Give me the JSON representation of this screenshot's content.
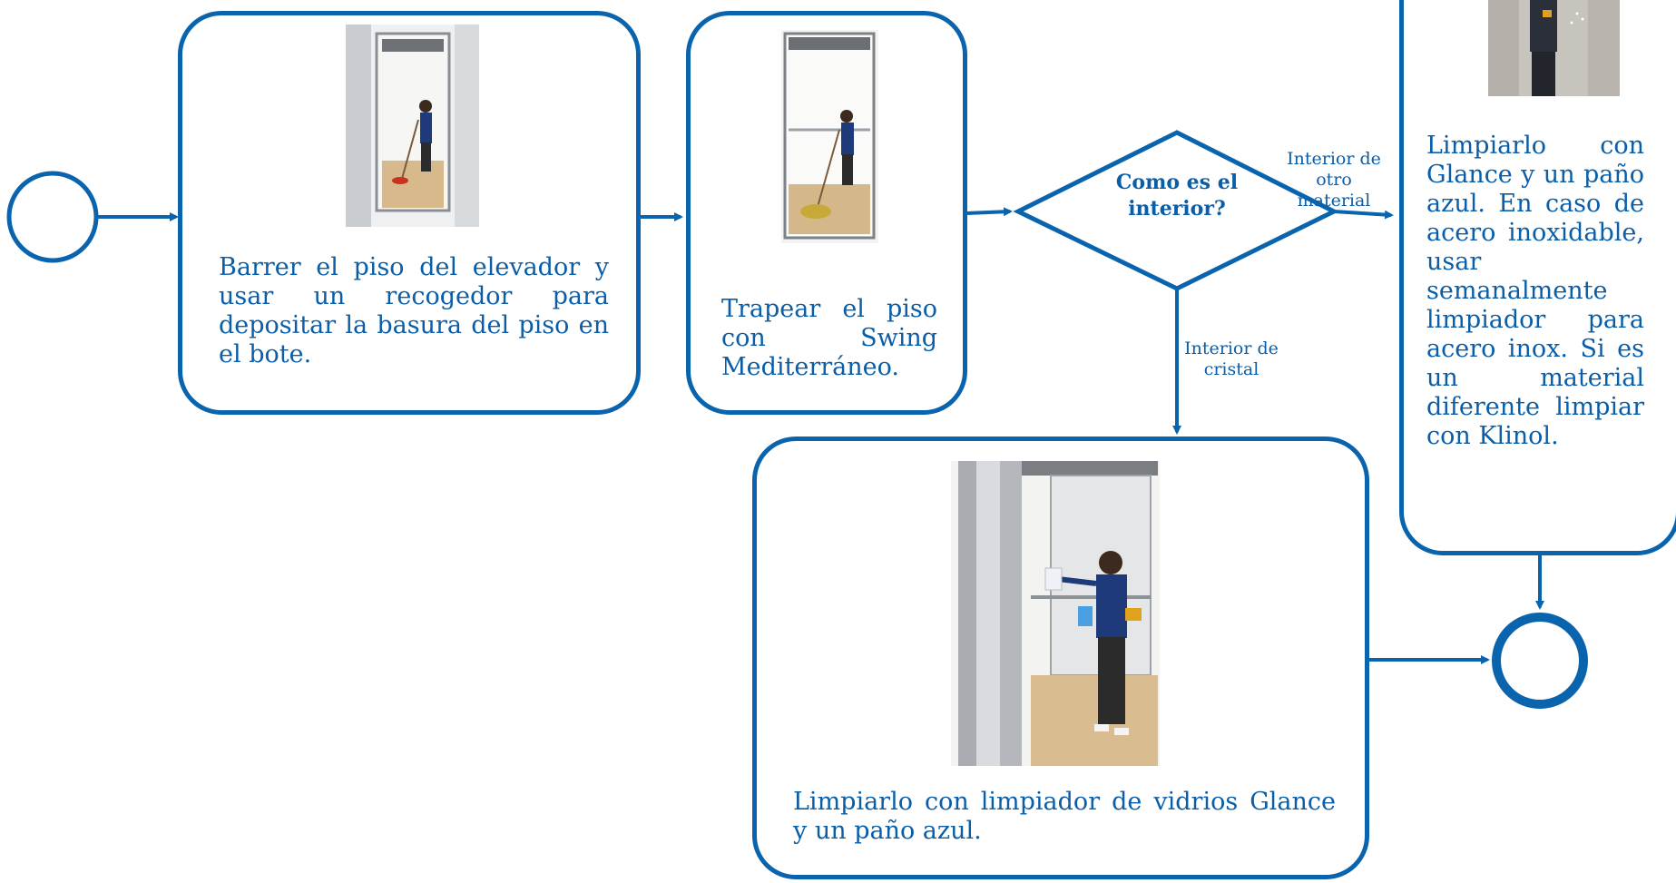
{
  "colors": {
    "accent": "#0a64ad",
    "text": "#0a5ea8",
    "background": "#ffffff"
  },
  "nodes": {
    "start": {
      "shape": "circle"
    },
    "end": {
      "shape": "circle"
    },
    "step_sweep": {
      "text": "Barrer el piso del elevador y usar un recogedor para depositar la basura del piso en el bote.",
      "image": "photo-worker-sweeping-elevator"
    },
    "step_mop": {
      "text": "Trapear el piso con Swing Mediterráneo.",
      "image": "photo-worker-mopping-elevator"
    },
    "decision": {
      "text": "Como es el interior?"
    },
    "step_glass": {
      "text": "Limpiarlo con limpiador de vidrios Glance y un paño azul.",
      "image": "photo-worker-cleaning-glass-elevator"
    },
    "step_other": {
      "text": "Limpiarlo con Glance y un paño azul. En caso de acero inoxidable, usar semanalmente limpiador para acero inox. Si es un material diferente limpiar con Klinol.",
      "image": "photo-worker-cleaning-steel-elevator"
    }
  },
  "edges": {
    "other_material_label": "Interior de otro material",
    "glass_label": "Interior de cristal"
  }
}
